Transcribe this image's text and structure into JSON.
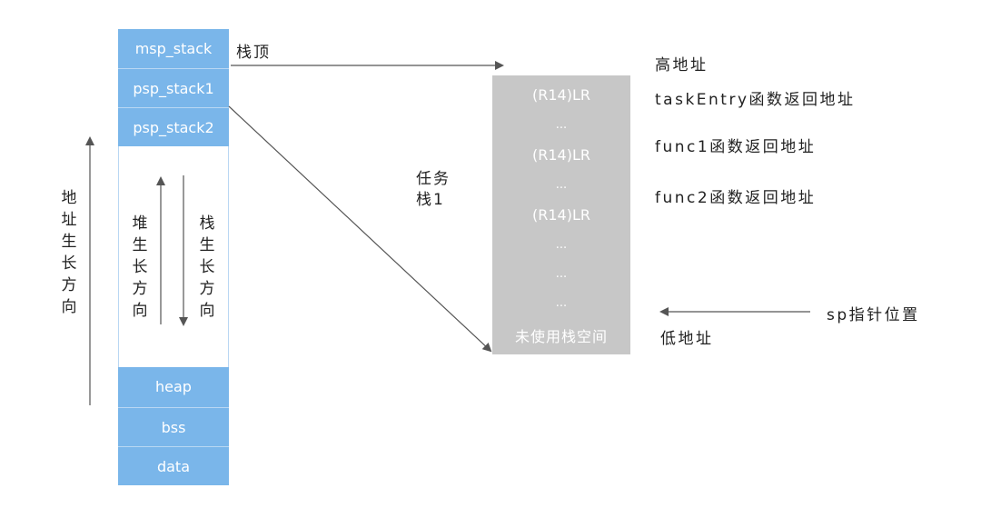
{
  "memory_map": {
    "top_blocks": [
      "msp_stack",
      "psp_stack1",
      "psp_stack2"
    ],
    "bottom_blocks": [
      "heap",
      "bss",
      "data"
    ],
    "heap_growth_label": "堆生长方向",
    "stack_growth_label": "栈生长方向"
  },
  "address_growth_label": "地址生长方向",
  "stack_top_label": "栈顶",
  "task_stack_label_line1": "任务",
  "task_stack_label_line2": "栈1",
  "task_stack": {
    "rows": [
      "(R14)LR",
      "...",
      "(R14)LR",
      "...",
      "(R14)LR",
      "...",
      "...",
      "...",
      "未使用栈空间"
    ]
  },
  "annotations": {
    "high_address": "高地址",
    "task_entry_return": "taskEntry函数返回地址",
    "func1_return": "func1函数返回地址",
    "func2_return": "func2函数返回地址",
    "sp_position": "sp指针位置",
    "low_address": "低地址"
  },
  "colors": {
    "memory_block": "#7ab6ea",
    "task_stack_fill": "#c7c7c7",
    "arrow": "#555555"
  }
}
